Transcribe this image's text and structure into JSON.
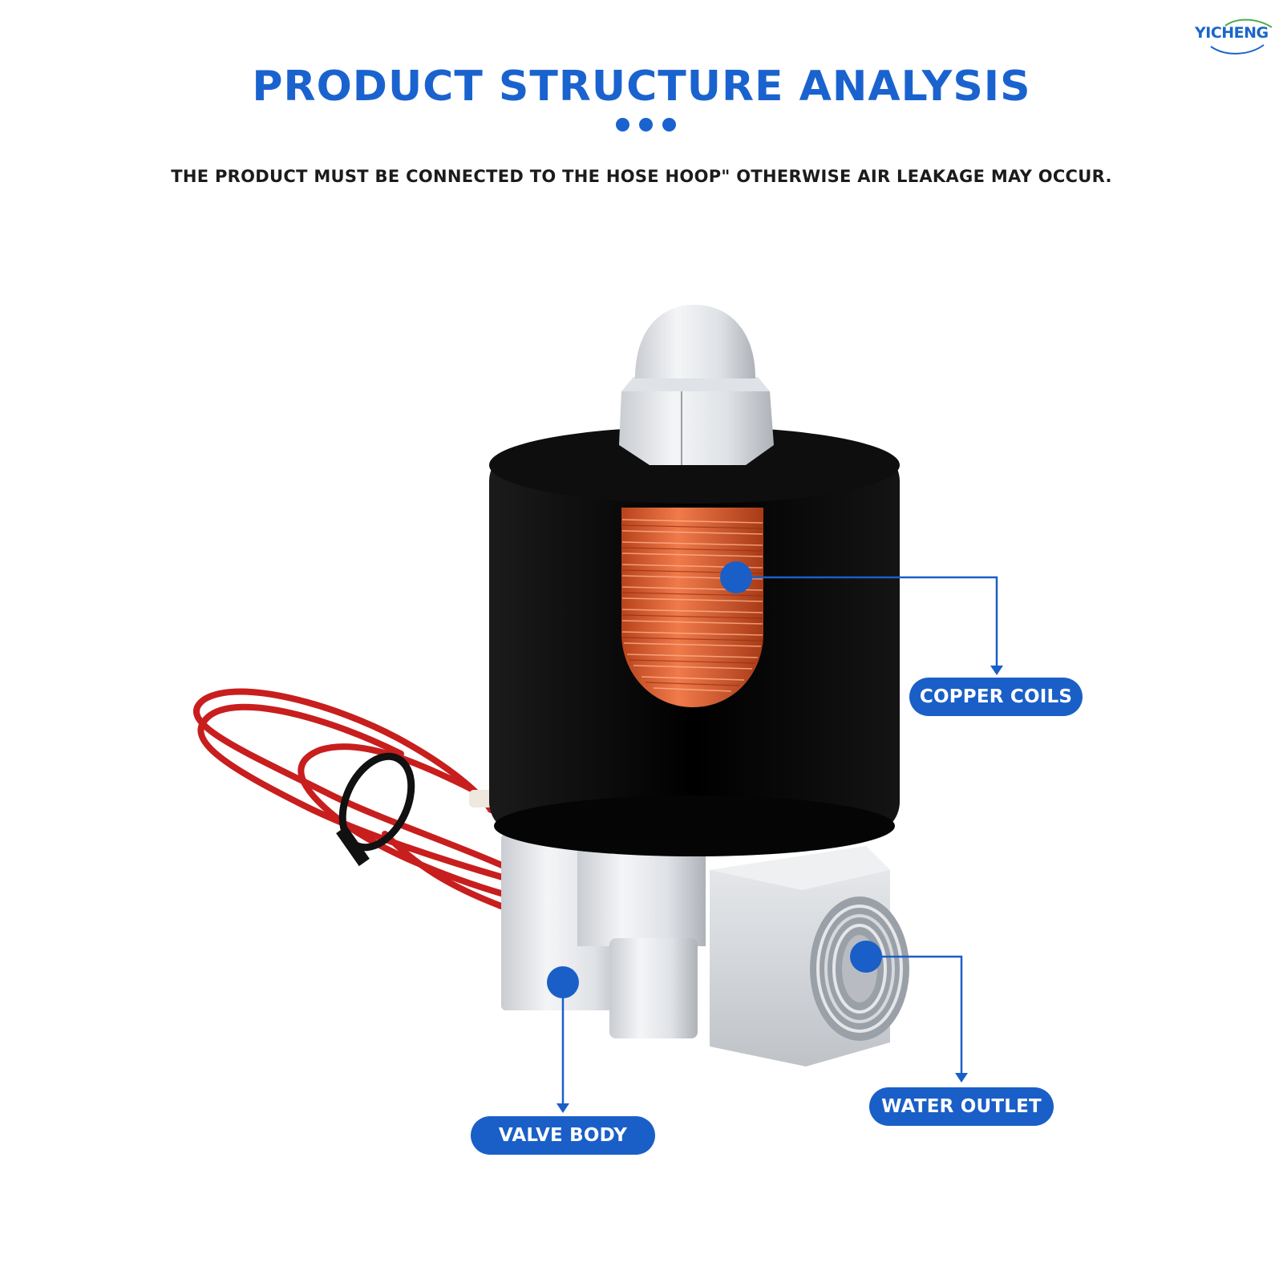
{
  "brand": {
    "name": "YICHENG"
  },
  "header": {
    "title": "PRODUCT STRUCTURE ANALYSIS",
    "subtitle": "THE PRODUCT MUST BE CONNECTED TO THE HOSE HOOP\" OTHERWISE AIR LEAKAGE MAY OCCUR."
  },
  "callouts": {
    "copper_coils": "COPPER COILS",
    "valve_body": "VALVE BODY",
    "water_outlet": "WATER OUTLET"
  },
  "colors": {
    "accent": "#1a63cf",
    "pill": "#1a5fc7",
    "coil": "#d9552a",
    "solenoid": "#0b0b0b",
    "wire": "#c81e1e"
  }
}
